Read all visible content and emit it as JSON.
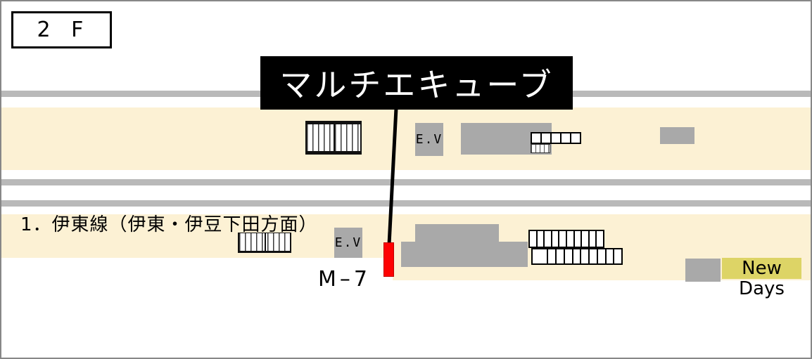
{
  "floor": {
    "label": "2 F"
  },
  "banner": {
    "label": "マルチエキューブ"
  },
  "upper_platform": {
    "elevator": "E.V"
  },
  "lower_platform": {
    "line_name": "1．伊東線（伊東・伊豆下田方面）",
    "elevator": "E.V",
    "marker_id": "M–7"
  },
  "store": {
    "name_line1": "New",
    "name_line2": "Days"
  },
  "units": {
    "upper_gate_cells": 5,
    "kiosk_row1_cells": 10,
    "kiosk_row2_cells": 10
  },
  "colors": {
    "platform_band": "#fcf1d4",
    "track_line": "#b9b9b9",
    "structure_gray": "#a9a9a9",
    "marker_red": "#fe0202",
    "store_yellow": "#ddd466",
    "banner_bg": "#000000",
    "banner_text": "#ffffff"
  }
}
